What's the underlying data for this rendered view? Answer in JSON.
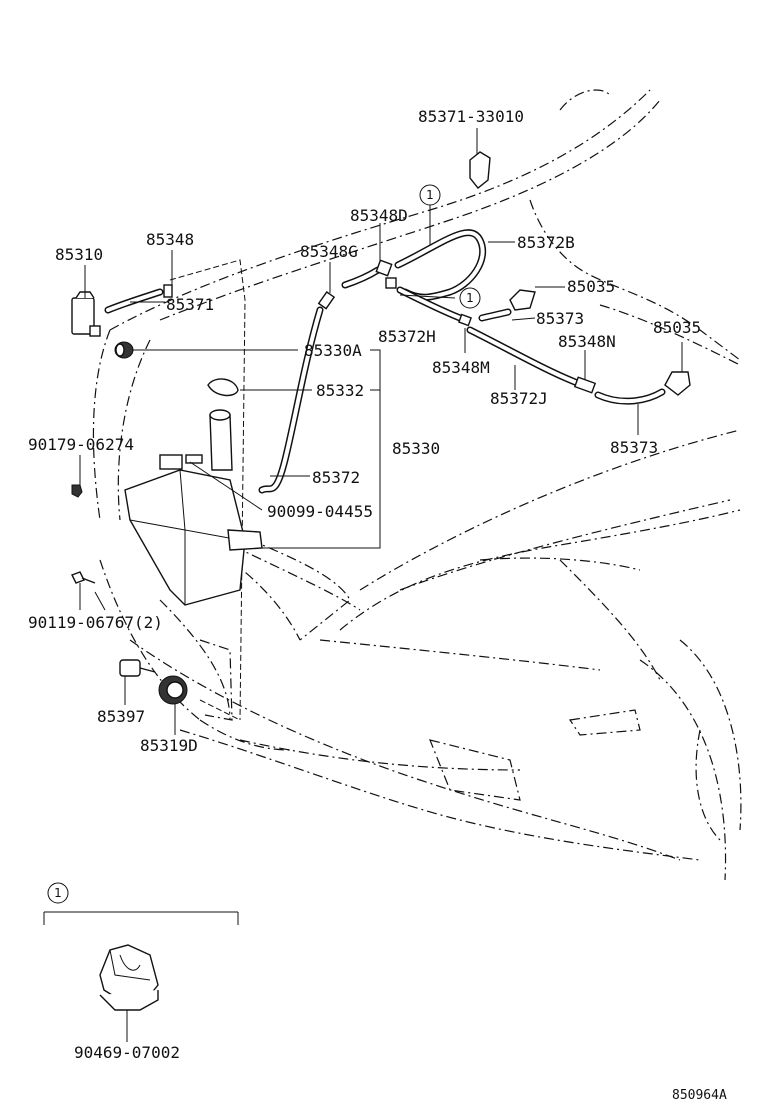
{
  "labels": {
    "p85371_33010": "85371-33010",
    "p85348D": "85348D",
    "p85372B": "85372B",
    "p85310": "85310",
    "p85348": "85348",
    "p85348G": "85348G",
    "p85035_a": "85035",
    "p85371": "85371",
    "p85373_a": "85373",
    "p85035_b": "85035",
    "p85372H": "85372H",
    "p85330A": "85330A",
    "p85348N": "85348N",
    "p85348M": "85348M",
    "p85332": "85332",
    "p85372J": "85372J",
    "p90179_06274": "90179-06274",
    "p85330": "85330",
    "p85373_b": "85373",
    "p85372": "85372",
    "p90099_04455": "90099-04455",
    "p90119_06767": "90119-06767(2)",
    "p85397": "85397",
    "p85319D": "85319D",
    "p90469_07002": "90469-07002",
    "drawing_no": "850964A"
  },
  "callouts": {
    "c1_top": "1",
    "c1_mid": "1",
    "c1_detail": "1"
  }
}
